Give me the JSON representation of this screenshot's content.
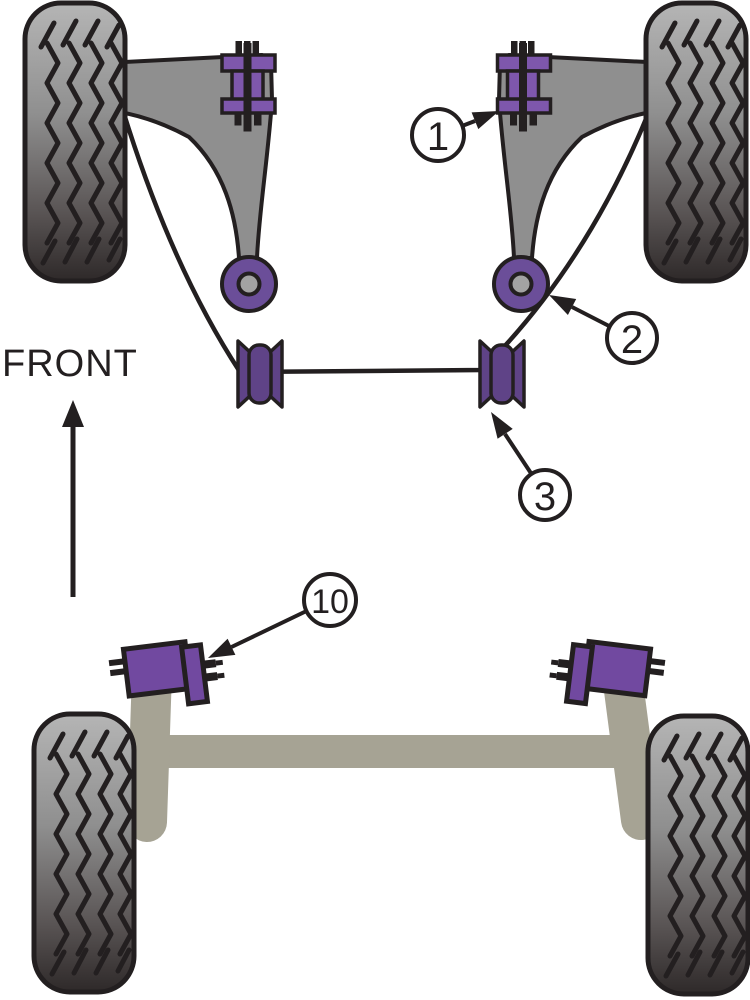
{
  "front_view": {
    "front_label": "FRONT"
  },
  "callouts": [
    {
      "label": "1"
    },
    {
      "label": "2"
    },
    {
      "label": "3"
    },
    {
      "label": "10"
    }
  ],
  "colors": {
    "pivot_bushing_purple": "#7e57ac",
    "round_bushing_purple": "#6b4e99",
    "arb_bushing_purple": "#5f4387",
    "mount_purple": "#7149a0",
    "arm_gray": "#8f8f8f",
    "beam_tan": "#a6a394",
    "outline": "#231f20"
  }
}
